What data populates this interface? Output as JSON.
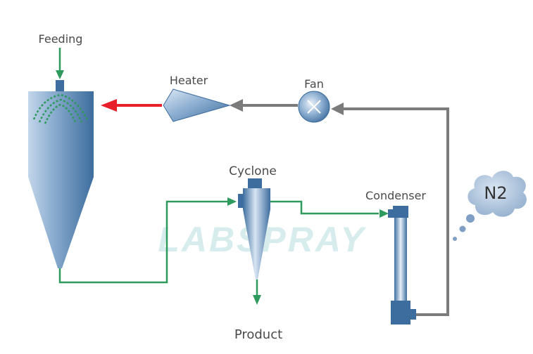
{
  "labels": {
    "feeding": "Feeding",
    "heater": "Heater",
    "fan": "Fan",
    "cyclone": "Cyclone",
    "condenser": "Condenser",
    "product": "Product",
    "nitrogen": "N2"
  },
  "watermark": "LABSPRAY",
  "colors": {
    "equipment_dark": "#3f6fa0",
    "equipment_light": "#c9dcee",
    "product_flow": "#2e9a5c",
    "gas_loop": "#7b7b7b",
    "hot_gas": "#e8202a",
    "cloud": "#9fb7d4",
    "watermark": "#cfe9ea"
  },
  "icons": {
    "fan": "fan-icon",
    "heater": "heater-icon",
    "cyclone": "cyclone-icon",
    "condenser": "condenser-icon",
    "drying_chamber": "drying-chamber-icon",
    "nitrogen_cloud": "cloud-icon",
    "spray_nozzle": "spray-nozzle-icon"
  }
}
